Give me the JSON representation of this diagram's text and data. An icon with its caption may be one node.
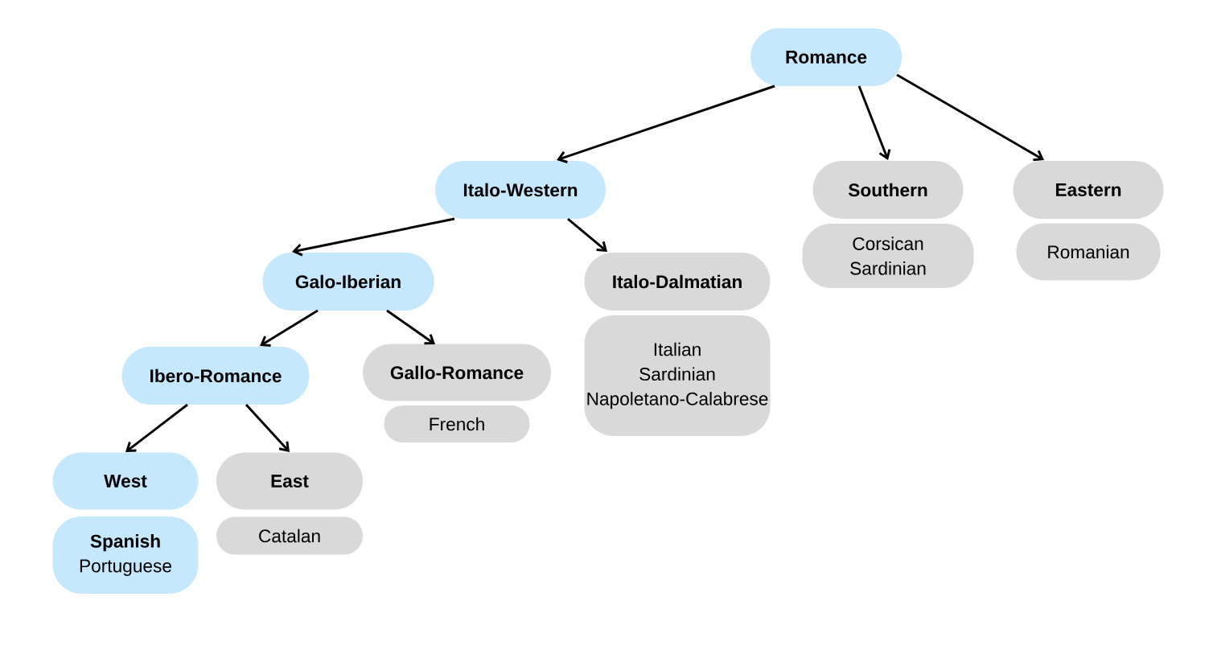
{
  "diagram": {
    "nodes": [
      {
        "text": [
          "Romance"
        ]
      },
      {
        "text": [
          "Italo-Western"
        ]
      },
      {
        "text": [
          "Southern"
        ]
      },
      {
        "text": [
          "Corsican",
          "Sardinian"
        ]
      },
      {
        "text": [
          "Eastern"
        ]
      },
      {
        "text": [
          "Romanian"
        ]
      },
      {
        "text": [
          "Galo-Iberian"
        ]
      },
      {
        "text": [
          "Italo-Dalmatian"
        ]
      },
      {
        "text": [
          "Italian",
          "Sardinian",
          "Napoletano-Calabrese"
        ]
      },
      {
        "text": [
          "Ibero-Romance"
        ]
      },
      {
        "text": [
          "Gallo-Romance"
        ]
      },
      {
        "text": [
          "French"
        ]
      },
      {
        "text": [
          "West"
        ]
      },
      {
        "text": [
          "Spanish",
          "Portuguese"
        ]
      },
      {
        "text": [
          "East"
        ]
      },
      {
        "text": [
          "Catalan"
        ]
      }
    ],
    "edges": [
      {
        "from": 0,
        "to": 1,
        "arrow": "to"
      },
      {
        "from": 0,
        "to": 2,
        "arrow": "to"
      },
      {
        "from": 0,
        "to": 4,
        "arrow": "to"
      },
      {
        "from": 1,
        "to": 6,
        "arrow": "to"
      },
      {
        "from": 1,
        "to": 7,
        "arrow": "to"
      },
      {
        "from": 6,
        "to": 9,
        "arrow": "to"
      },
      {
        "from": 6,
        "to": 10,
        "arrow": "to"
      },
      {
        "from": 9,
        "to": 12,
        "arrow": "to"
      },
      {
        "from": 9,
        "to": 14,
        "arrow": "to"
      }
    ]
  }
}
